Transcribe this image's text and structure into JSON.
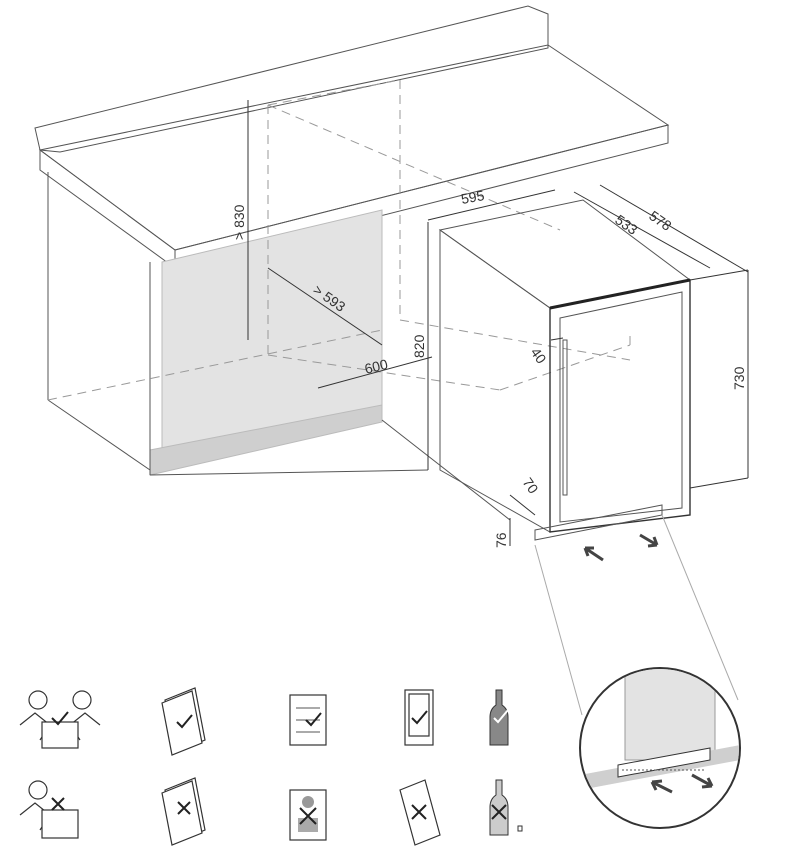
{
  "title": "Built-in installation diagram",
  "dimensions": {
    "cabinet_height": "> 830",
    "cabinet_width": "> 593",
    "cabinet_depth": "600",
    "appliance_height": "820",
    "appliance_width": "595",
    "appliance_depth_body": "533",
    "appliance_depth_total": "578",
    "door_gap": "40",
    "door_height": "730",
    "vent_depth": "70",
    "plinth_height": "76"
  },
  "icons": {
    "row_ok": [
      "two-person-lift-ok-icon",
      "manual-read-ok-icon",
      "shelf-load-ok-icon",
      "upright-ok-icon",
      "bottle-upright-ok-icon"
    ],
    "row_no": [
      "one-person-lift-no-icon",
      "manual-ignore-no-icon",
      "mixed-load-no-icon",
      "tilted-no-icon",
      "bottle-no-icon"
    ]
  },
  "colors": {
    "line": "#555555",
    "panel": "#e3e3e3",
    "plinth": "#cfcfcf"
  }
}
